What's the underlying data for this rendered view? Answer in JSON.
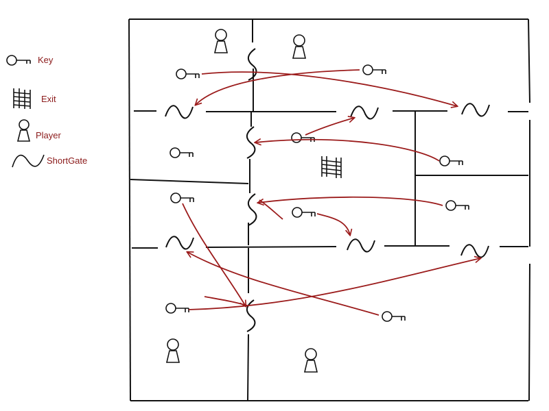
{
  "legend": {
    "items": [
      {
        "label": "Key",
        "icon": "key-icon"
      },
      {
        "label": "Exit",
        "icon": "exit-ladder-icon"
      },
      {
        "label": "Player",
        "icon": "player-icon"
      },
      {
        "label": "ShortGate",
        "icon": "shortgate-icon"
      }
    ]
  },
  "colors": {
    "wall": "#111111",
    "arrow": "#9b1b1b",
    "legend_text": "#8b1a1a"
  }
}
